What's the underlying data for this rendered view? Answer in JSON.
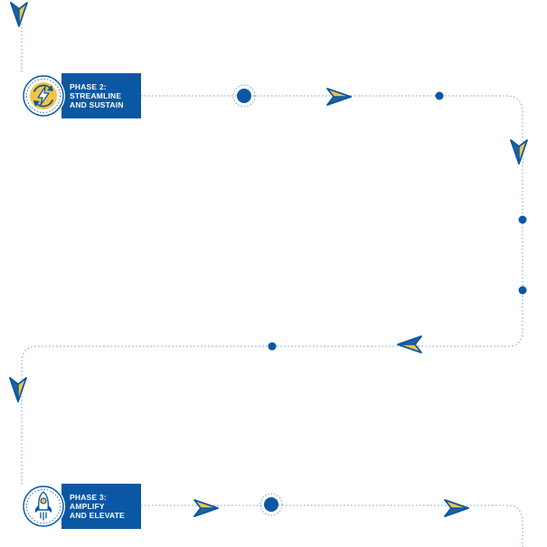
{
  "phases": [
    {
      "id": "phase2",
      "label": "PHASE 2:\nSTREAMLINE\nAND SUSTAIN",
      "icon": "lightning-refresh-icon"
    },
    {
      "id": "phase3",
      "label": "PHASE 3:\nAMPLIFY\nAND ELEVATE",
      "icon": "rocket-icon"
    }
  ],
  "colors": {
    "primary_blue": "#0b57a4",
    "accent_yellow": "#f5c342",
    "path_line": "#6e9fd0"
  },
  "markers": [
    "paper-plane-icon",
    "path-dot",
    "milestone-dot"
  ]
}
